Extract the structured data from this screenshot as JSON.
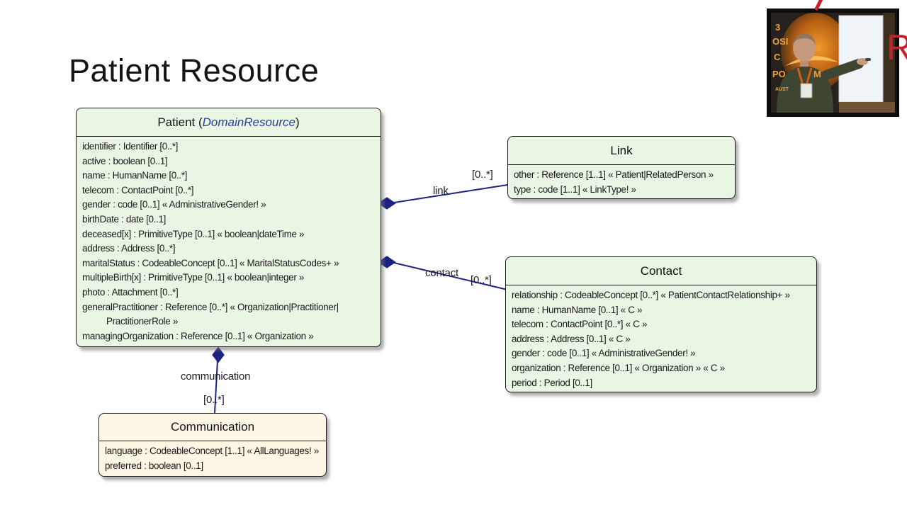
{
  "slide": {
    "title": "Patient Resource"
  },
  "colors": {
    "class_fill_green": "#e9f6e3",
    "class_fill_cream": "#fdf6e4",
    "box_border": "#1c1c1c",
    "connector_navy": "#1c2283",
    "stereotype_blue": "#2c3e9d",
    "logo_red": "#c4232b"
  },
  "classes": {
    "patient": {
      "title_prefix": "Patient (",
      "stereotype": "DomainResource",
      "title_suffix": ")",
      "attributes": [
        {
          "t": "identifier : Identifier [0..*]",
          "indent": false
        },
        {
          "t": "active : boolean [0..1]",
          "indent": false
        },
        {
          "t": "name : HumanName [0..*]",
          "indent": false
        },
        {
          "t": "telecom : ContactPoint [0..*]",
          "indent": false
        },
        {
          "t": "gender : code [0..1] « AdministrativeGender! »",
          "indent": false
        },
        {
          "t": "birthDate : date [0..1]",
          "indent": false
        },
        {
          "t": "deceased[x] : PrimitiveType [0..1] « boolean|dateTime »",
          "indent": false
        },
        {
          "t": "address : Address [0..*]",
          "indent": false
        },
        {
          "t": "maritalStatus : CodeableConcept [0..1] « MaritalStatusCodes+ »",
          "indent": false
        },
        {
          "t": "multipleBirth[x] : PrimitiveType [0..1] « boolean|integer »",
          "indent": false
        },
        {
          "t": "photo : Attachment [0..*]",
          "indent": false
        },
        {
          "t": "generalPractitioner : Reference [0..*] « Organization|Practitioner|",
          "indent": false
        },
        {
          "t": "PractitionerRole »",
          "indent": true
        },
        {
          "t": "managingOrganization : Reference [0..1] « Organization »",
          "indent": false
        }
      ]
    },
    "link": {
      "title": "Link",
      "attributes": [
        {
          "t": "other : Reference [1..1] « Patient|RelatedPerson »",
          "indent": false
        },
        {
          "t": "type : code [1..1] « LinkType! »",
          "indent": false
        }
      ]
    },
    "contact": {
      "title": "Contact",
      "attributes": [
        {
          "t": "relationship : CodeableConcept [0..*] « PatientContactRelationship+ »",
          "indent": false
        },
        {
          "t": "name : HumanName [0..1] « C »",
          "indent": false
        },
        {
          "t": "telecom : ContactPoint [0..*] « C »",
          "indent": false
        },
        {
          "t": "address : Address [0..1] « C »",
          "indent": false
        },
        {
          "t": "gender : code [0..1] « AdministrativeGender! »",
          "indent": false
        },
        {
          "t": "organization : Reference [0..1] « Organization » « C »",
          "indent": false
        },
        {
          "t": "period : Period [0..1]",
          "indent": false
        }
      ]
    },
    "communication": {
      "title": "Communication",
      "attributes": [
        {
          "t": "language : CodeableConcept [1..1] « AllLanguages! »",
          "indent": false
        },
        {
          "t": "preferred : boolean [0..1]",
          "indent": false
        }
      ]
    }
  },
  "associations": [
    {
      "label": "link",
      "multiplicity": "[0..*]"
    },
    {
      "label": "contact",
      "multiplicity": "[0..*]"
    },
    {
      "label": "communication",
      "multiplicity": "[0..*]"
    }
  ],
  "webcam": {
    "banner": [
      "3",
      "OSI",
      "C",
      "PO",
      "M",
      "AUST"
    ],
    "red_letter": "R"
  }
}
